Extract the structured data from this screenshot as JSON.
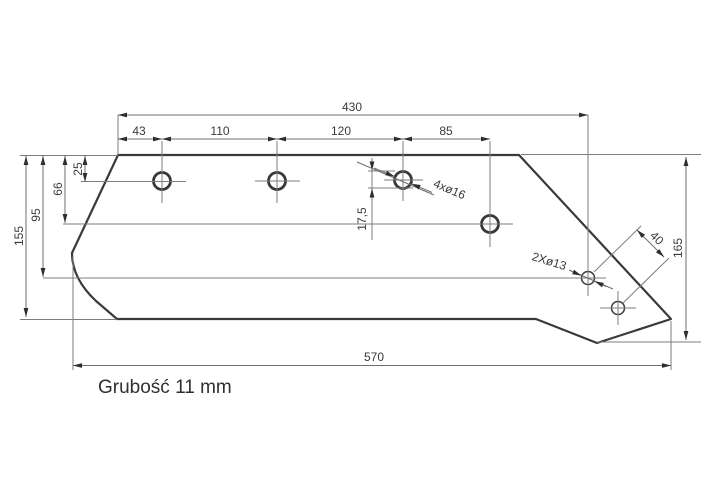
{
  "drawing": {
    "note": "Grubość 11 mm",
    "dimensions": {
      "overall_top": "430",
      "seg_1": "43",
      "seg_2": "110",
      "seg_3": "120",
      "seg_4": "85",
      "edge_to_hole_row": "25",
      "edge_to_lower_hole": "66",
      "edge_to_small_hole": "95",
      "left_height": "155",
      "hole_offset": "17,5",
      "overall_bottom": "570",
      "right_height": "165",
      "small_hole_spacing": "40"
    },
    "hole_labels": {
      "large_holes": "4xø16",
      "small_holes": "2Xø13"
    },
    "colors": {
      "outline": "#3a3a3a",
      "dimension_lines": "#7d7d7d",
      "text": "#3a3a3a",
      "background": "#ffffff"
    }
  }
}
